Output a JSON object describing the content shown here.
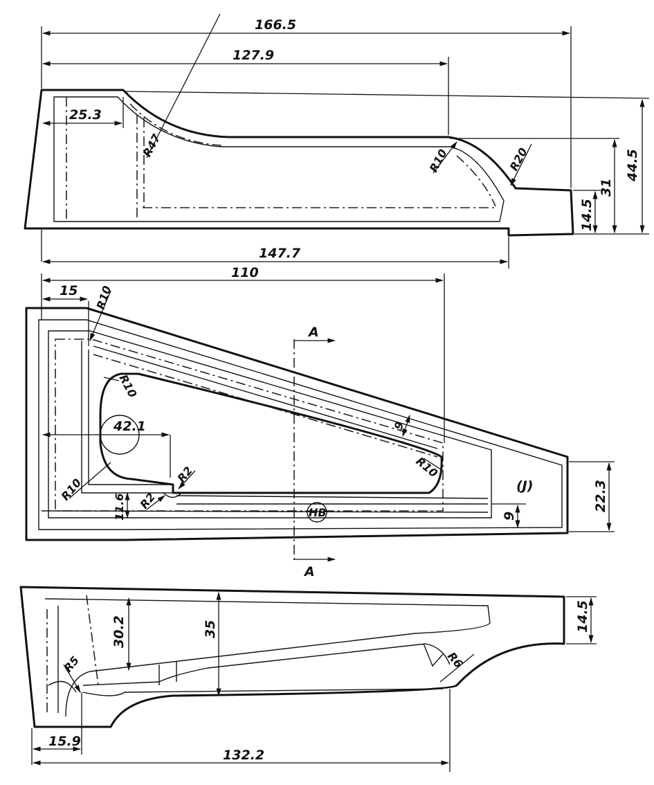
{
  "views": {
    "top": {
      "dims": {
        "overall_length": "166.5",
        "pocket_length": "127.9",
        "lip_width": "25.3",
        "bottom_length": "147.7",
        "total_height": "44.5",
        "step_height": "31",
        "tip_height": "14.5"
      },
      "radii": {
        "r1": "R47",
        "r2": "R10",
        "r3": "R20"
      }
    },
    "middle": {
      "dims": {
        "depth_110": "110",
        "offset_15": "15",
        "diameter": "42.1",
        "wall_9": "9",
        "tip_width": "22.3",
        "bottom_9": "9",
        "left_11": "11.6"
      },
      "radii": {
        "ra": "R10",
        "rb": "R10",
        "rc": "R10",
        "rd": "R10",
        "re": "R2",
        "rf": "R2"
      },
      "section_labels": {
        "top": "A",
        "bottom": "A"
      },
      "marks": {
        "j": "(J)",
        "hb": "HB"
      }
    },
    "bottom": {
      "dims": {
        "inner_30": "30.2",
        "depth_35": "35",
        "tip_14": "14.5",
        "left_15": "15.9",
        "length_132": "132.2"
      },
      "radii": {
        "r5": "R5",
        "r6": "R6"
      }
    }
  }
}
